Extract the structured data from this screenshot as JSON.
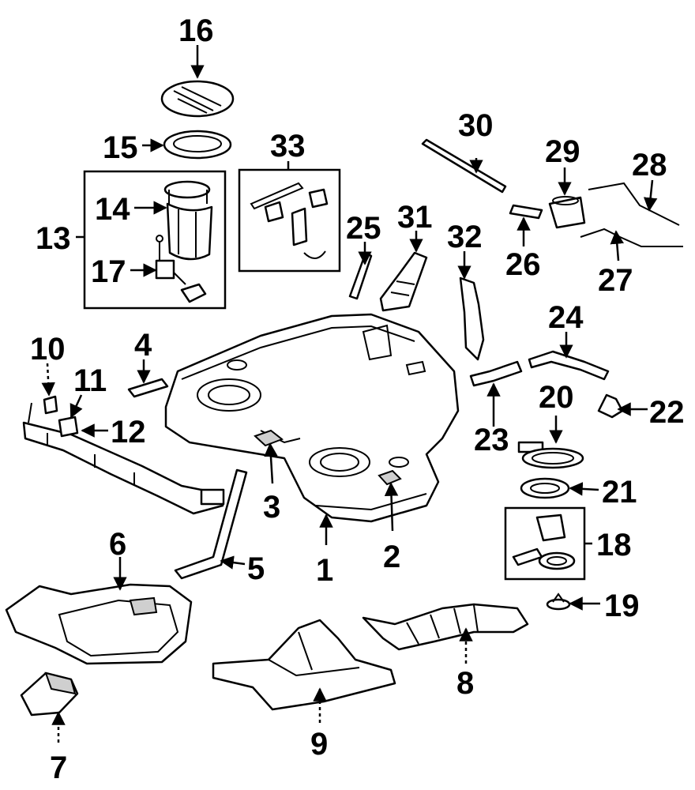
{
  "callouts": {
    "c1": "1",
    "c2": "2",
    "c3": "3",
    "c4": "4",
    "c5": "5",
    "c6": "6",
    "c7": "7",
    "c8": "8",
    "c9": "9",
    "c10": "10",
    "c11": "11",
    "c12": "12",
    "c13": "13",
    "c14": "14",
    "c15": "15",
    "c16": "16",
    "c17": "17",
    "c18": "18",
    "c19": "19",
    "c20": "20",
    "c21": "21",
    "c22": "22",
    "c23": "23",
    "c24": "24",
    "c25": "25",
    "c26": "26",
    "c27": "27",
    "c28": "28",
    "c29": "29",
    "c30": "30",
    "c31": "31",
    "c32": "32",
    "c33": "33"
  },
  "colors": {
    "ink": "#000000",
    "paper": "#ffffff",
    "shade": "#cfcfcf"
  }
}
